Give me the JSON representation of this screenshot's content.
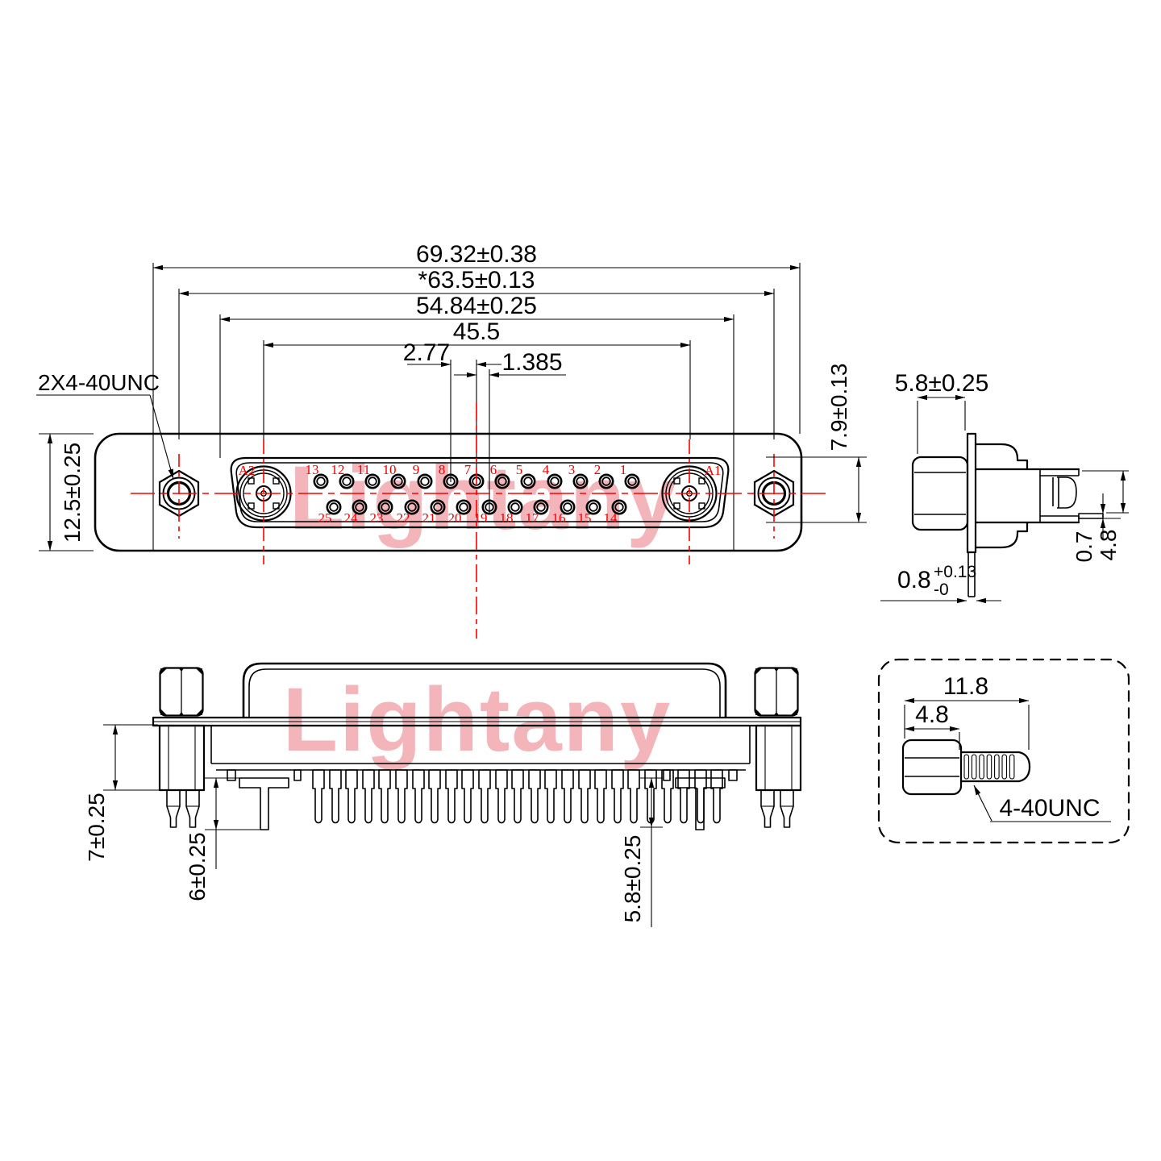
{
  "watermark": {
    "text": "Lightany"
  },
  "front_view": {
    "thread_label": "2X4-40UNC",
    "dims": {
      "overall_width": "69.32±0.38",
      "screw_spacing": "*63.5±0.13",
      "slot_width": "54.84±0.25",
      "coax_spacing": "45.5",
      "pin_pitch": "2.77",
      "row_offset": "1.385",
      "flange_height": "12.5±0.25",
      "insert_height": "7.9±0.13"
    },
    "coax_labels": {
      "left": "A2",
      "right": "A1"
    },
    "pins": {
      "top": [
        "13",
        "12",
        "11",
        "10",
        "9",
        "8",
        "7",
        "6",
        "5",
        "4",
        "3",
        "2",
        "1"
      ],
      "bottom": [
        "25",
        "24",
        "23",
        "22",
        "21",
        "20",
        "19",
        "18",
        "17",
        "16",
        "15",
        "14"
      ]
    }
  },
  "side_view": {
    "dims": {
      "screw_protrusion": "5.8±0.25",
      "pin_thickness": "0.7",
      "contact_height": "4.8",
      "flange_thickness": "0.8",
      "flange_tol_plus": "+0.13",
      "flange_tol_minus": "-0"
    }
  },
  "bottom_view": {
    "dims": {
      "boardlock_length": "7±0.25",
      "coax_leg_length": "6±0.25",
      "pin_length": "5.8±0.25"
    }
  },
  "screw_detail": {
    "dims": {
      "total_length": "11.8",
      "head_length": "4.8"
    },
    "thread_label": "4-40UNC"
  },
  "colors": {
    "line": "#000000",
    "centerline": "#ff0000",
    "pin_label": "#f00000",
    "watermark": "#f3b5ba"
  }
}
